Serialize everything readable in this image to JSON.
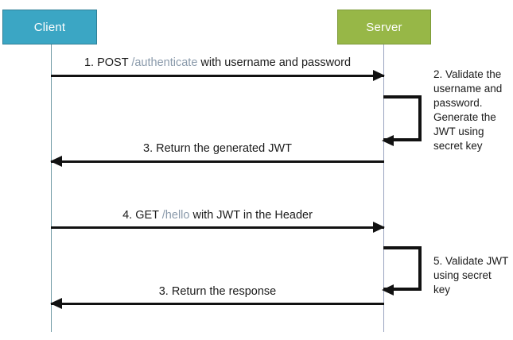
{
  "diagram": {
    "type": "sequence-diagram",
    "title": "JWT authentication flow between Client and Server",
    "colors": {
      "client_box": "#3ba6c4",
      "server_box": "#97b747",
      "arrow": "#111111",
      "path_text": "#8a9aab",
      "lifeline_client": "#6f9aa4",
      "lifeline_server": "#9aa4c0"
    }
  },
  "participants": [
    {
      "id": "client",
      "label": "Client"
    },
    {
      "id": "server",
      "label": "Server"
    }
  ],
  "messages": [
    {
      "number": "1.",
      "direction": "right",
      "from": "client",
      "to": "server",
      "prefix": "1. POST ",
      "path": "/authenticate",
      "suffix": " with username and password",
      "full_text": "1. POST /authenticate with username and password"
    },
    {
      "number": "3.",
      "direction": "left",
      "from": "server",
      "to": "client",
      "prefix": "3. Return the generated JWT",
      "path": "",
      "suffix": "",
      "full_text": "3. Return the generated JWT"
    },
    {
      "number": "4.",
      "direction": "right",
      "from": "client",
      "to": "server",
      "prefix": "4.  GET ",
      "path": "/hello",
      "suffix": " with JWT in the Header",
      "full_text": "4.  GET /hello with JWT in the Header"
    },
    {
      "number": "3.",
      "direction": "left",
      "from": "server",
      "to": "client",
      "prefix": "3. Return the response",
      "path": "",
      "suffix": "",
      "full_text": "3. Return the response"
    }
  ],
  "self_calls": [
    {
      "id": "validate-credentials",
      "on": "server",
      "note": "2. Validate the username and password. Generate the JWT using secret key"
    },
    {
      "id": "validate-jwt",
      "on": "server",
      "note": "5. Validate JWT using secret key"
    }
  ]
}
